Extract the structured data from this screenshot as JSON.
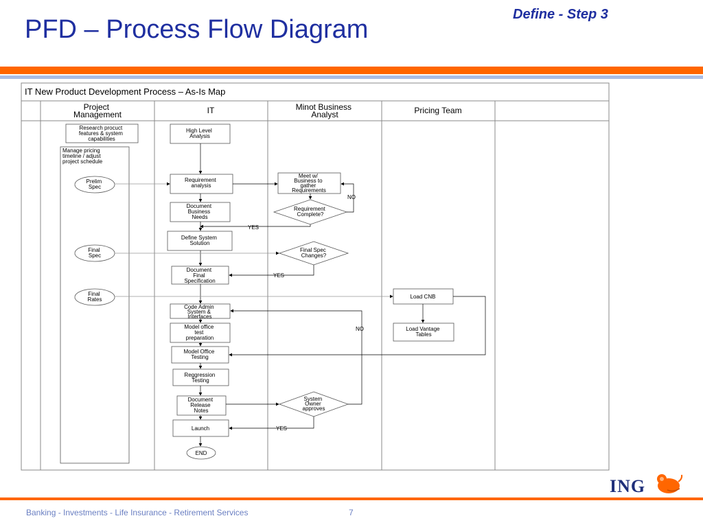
{
  "slide": {
    "title": "PFD – Process Flow Diagram",
    "step": "Define - Step 3",
    "footer": "Banking - Investments - Life Insurance - Retirement Services",
    "page_number": "7",
    "logo_text": "ING"
  },
  "diagram": {
    "header": "IT New Product Development Process – As-Is Map",
    "lanes": [
      [
        "Project",
        "Management"
      ],
      [
        "IT"
      ],
      [
        "Minot Business",
        "Analyst"
      ],
      [
        "Pricing Team"
      ],
      []
    ],
    "boxes": {
      "research": [
        "Research procuct",
        "features & system",
        "capabilities"
      ],
      "manage": [
        "Manage pricing",
        "timeline / adjust",
        "project schedule"
      ],
      "high_level": [
        "High Level",
        "Analysis"
      ],
      "req_analysis": [
        "Requirement",
        "analysis"
      ],
      "meet": [
        "Meet w/",
        "Business to",
        "gather",
        "Requirements"
      ],
      "doc_needs": [
        "Document",
        "Business",
        "Needs"
      ],
      "define": [
        "Define System",
        "Solution"
      ],
      "doc_final": [
        "Document",
        "Final",
        "Specification"
      ],
      "load_cnb": [
        "Load CNB"
      ],
      "code_admin": [
        "Code Admin",
        "System &",
        "Interfaces"
      ],
      "load_vantage": [
        "Load Vantage",
        "Tables"
      ],
      "model_prep": [
        "Model office",
        "test",
        "preparation"
      ],
      "model_testing": [
        "Model Office",
        "Testing"
      ],
      "regression": [
        "Reggression",
        "Testing"
      ],
      "doc_release": [
        "Document",
        "Release",
        "Notes"
      ],
      "launch": [
        "Launch"
      ]
    },
    "ovals": {
      "prelim": [
        "Prelim",
        "Spec"
      ],
      "final_spec": [
        "Final",
        "Spec"
      ],
      "final_rates": [
        "Final",
        "Rates"
      ],
      "end": [
        "END"
      ]
    },
    "decisions": {
      "req_complete": [
        "Requirement",
        "Complete?"
      ],
      "spec_changes": [
        "Final Spec",
        "Changes?"
      ],
      "owner_approves": [
        "System",
        "Owner",
        "approves"
      ]
    },
    "labels": {
      "no_1": "NO",
      "yes_1": "YES",
      "yes_2": "YES",
      "no_2": "NO",
      "yes_3": "YES"
    }
  }
}
